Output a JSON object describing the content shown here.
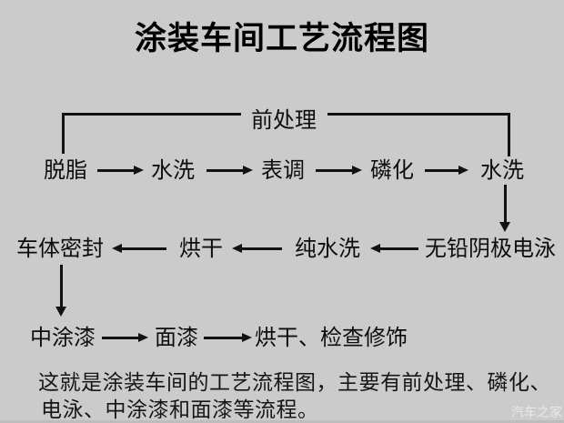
{
  "page": {
    "title": "涂装车间工艺流程图",
    "watermark": "汽车之家",
    "colors": {
      "bg": "#cbcbcb",
      "ink": "#0d0d0d",
      "line": "#121212",
      "watermark": "#e9e9e9"
    }
  },
  "flowchart": {
    "pretreatment_label": "前处理",
    "row1": {
      "items": [
        "脱脂",
        "水洗",
        "表调",
        "磷化",
        "水洗"
      ]
    },
    "row2": {
      "items": [
        "车体密封",
        "烘干",
        "纯水洗",
        "无铅阴极电泳"
      ]
    },
    "row3": {
      "items": [
        "中涂漆",
        "面漆",
        "烘干、检查修饰"
      ]
    }
  },
  "caption": {
    "line1": "这就是涂装车间的工艺流程图，主要有前处理、磷化、",
    "line2": "电泳、中涂漆和面漆等流程。"
  }
}
